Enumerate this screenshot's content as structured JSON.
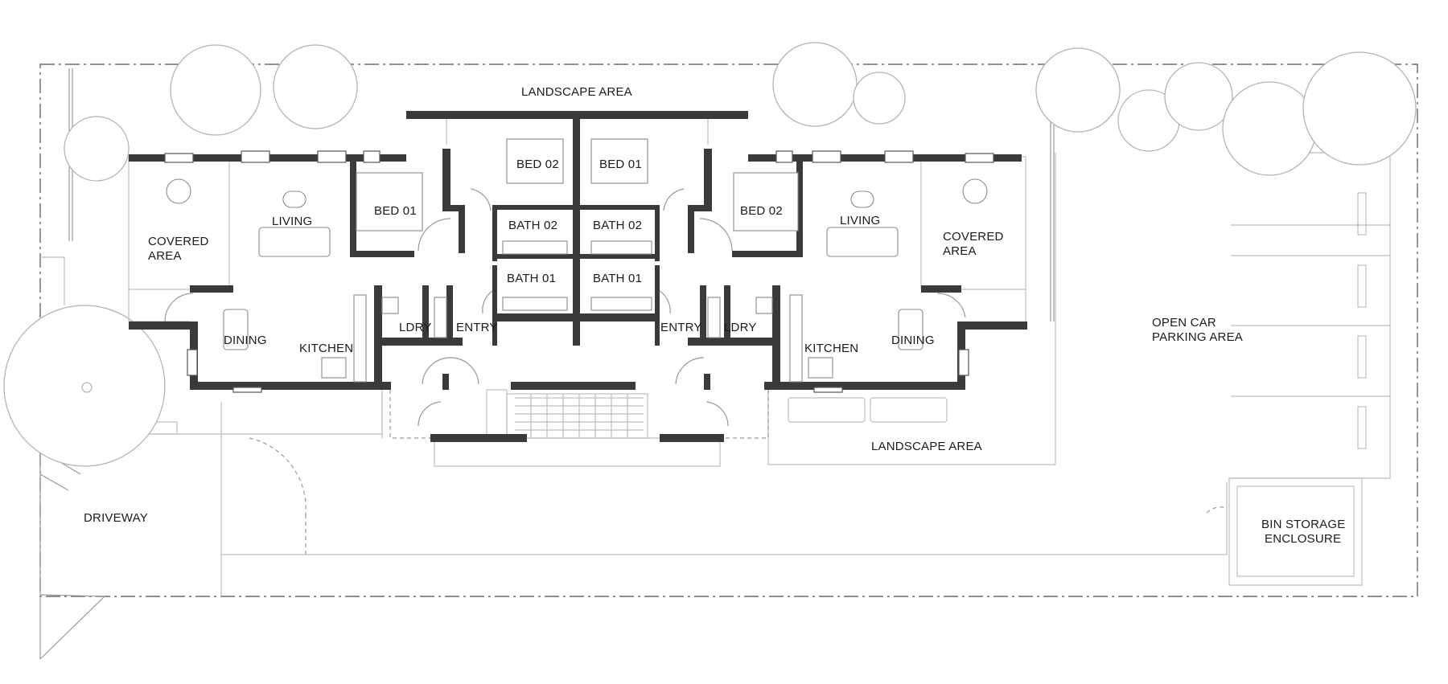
{
  "labels": {
    "landscape_top": "LANDSCAPE AREA",
    "landscape_bottom": "LANDSCAPE AREA",
    "driveway": "DRIVEWAY",
    "car_parking_1": "OPEN CAR",
    "car_parking_2": "PARKING AREA",
    "bin_1": "BIN STORAGE",
    "bin_2": "ENCLOSURE",
    "left_unit": {
      "covered_1": "COVERED",
      "covered_2": "AREA",
      "living": "LIVING",
      "bed01": "BED 01",
      "bed02": "BED 02",
      "bath02": "BATH 02",
      "bath01": "BATH 01",
      "dining": "DINING",
      "kitchen": "KITCHEN",
      "laundry": "LDRY",
      "entry": "ENTRY"
    },
    "right_unit": {
      "covered_1": "COVERED",
      "covered_2": "AREA",
      "living": "LIVING",
      "bed01": "BED 01",
      "bed02": "BED 02",
      "bath02": "BATH 02",
      "bath01": "BATH 01",
      "dining": "DINING",
      "kitchen": "KITCHEN",
      "laundry": "LDRY",
      "entry": "ENTRY"
    }
  },
  "colors": {
    "wall": "#3a3a3a",
    "boundary": "#6a6a6a",
    "linework": "#bdbdbd"
  }
}
